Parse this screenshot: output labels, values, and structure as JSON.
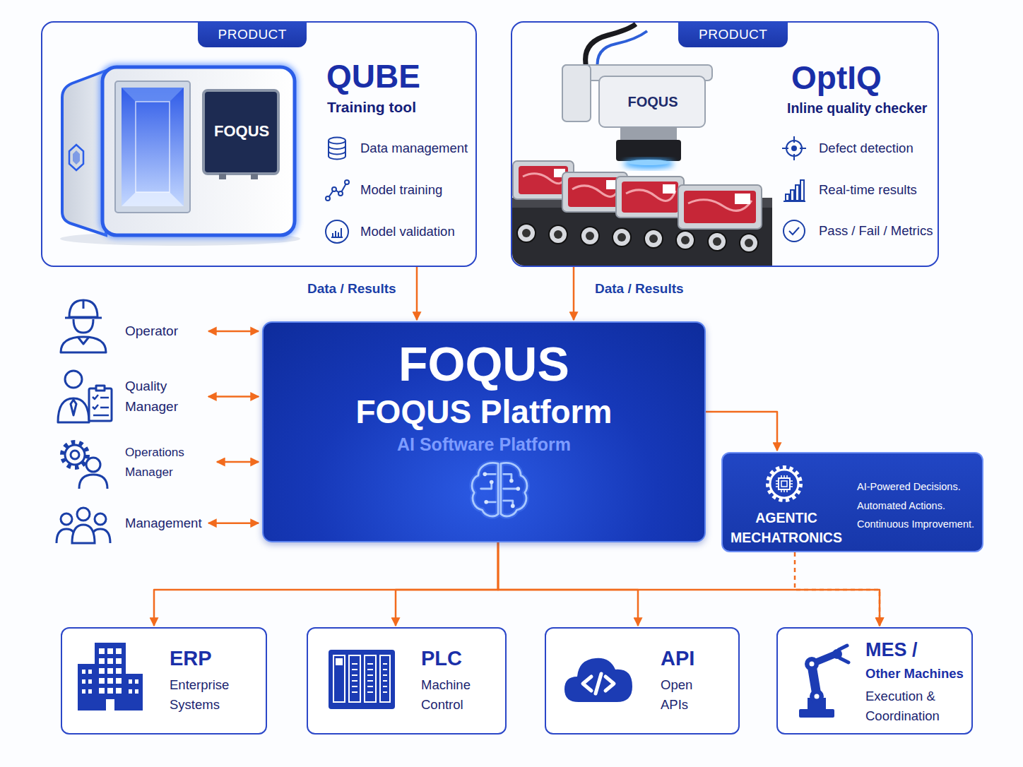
{
  "diagram": {
    "nodes": [
      {
        "text": [
          "QUBE",
          "Training tool",
          "Data management",
          "Model training",
          "Model validation"
        ]
      },
      {
        "text": [
          "PRODUCT"
        ],
        "in": 0
      },
      {
        "text": [
          "OptIQ",
          "Inline quality checker",
          "Defect detection",
          "Real-time results",
          "Pass / Fail / Metrics"
        ]
      },
      {
        "text": [
          "PRODUCT"
        ],
        "in": 2
      },
      {
        "text": [
          "FOQUS",
          "FOQUS Platform",
          "AI Software Platform"
        ]
      },
      {
        "text": [
          "Operator"
        ]
      },
      {
        "text": [
          "Quality Manager"
        ]
      },
      {
        "text": [
          "Operations Manager"
        ]
      },
      {
        "text": [
          "Management"
        ]
      },
      {
        "text": [
          "AGENTIC MECHATRONICS",
          "AI-Powered Decisions. Automated Actions. Continuous Improvement."
        ]
      },
      {
        "text": [
          "ERP",
          "Enterprise Systems"
        ]
      },
      {
        "text": [
          "PLC",
          "Machine Control"
        ]
      },
      {
        "text": [
          "API",
          "Open APIs"
        ]
      },
      {
        "text": [
          "MES / Other Machines",
          "Execution & Coordination"
        ]
      }
    ],
    "edges": [
      {
        "from": 0,
        "to": 4,
        "arrow": "to",
        "label": "Data / Results"
      },
      {
        "from": 2,
        "to": 4,
        "arrow": "to",
        "label": "Data / Results"
      },
      {
        "from": 5,
        "to": 4,
        "arrow": "both"
      },
      {
        "from": 6,
        "to": 4,
        "arrow": "both"
      },
      {
        "from": 7,
        "to": 4,
        "arrow": "both"
      },
      {
        "from": 8,
        "to": 4,
        "arrow": "both"
      },
      {
        "from": 4,
        "to": 9,
        "arrow": "to"
      },
      {
        "from": 4,
        "to": 10,
        "arrow": "to"
      },
      {
        "from": 4,
        "to": 11,
        "arrow": "to"
      },
      {
        "from": 4,
        "to": 12,
        "arrow": "to"
      },
      {
        "from": 4,
        "to": 13,
        "arrow": "to"
      },
      {
        "from": 9,
        "to": 13,
        "arrow": "to"
      }
    ],
    "labels": [
      "FOQUS",
      "FOQUS"
    ]
  }
}
